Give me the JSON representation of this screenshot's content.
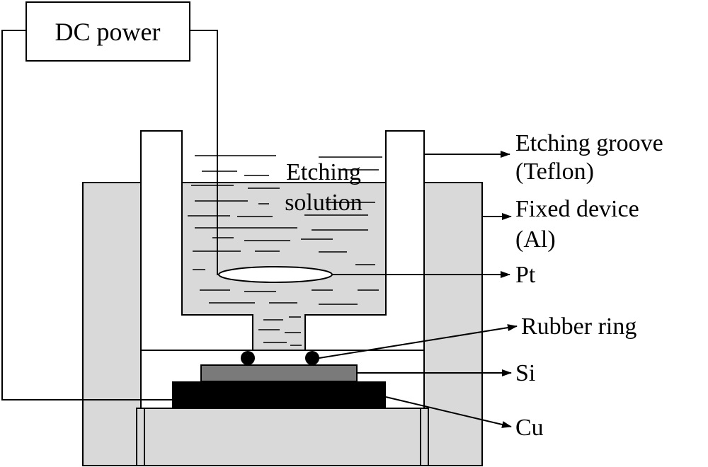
{
  "power_label": "DC power",
  "solution_label": [
    "Etching",
    "solution"
  ],
  "labels": {
    "etching_groove": [
      "Etching groove",
      "(Teflon)"
    ],
    "fixed_device": [
      "Fixed device",
      "(Al)"
    ],
    "pt": "Pt",
    "rubber_ring": "Rubber ring",
    "si": "Si",
    "cu": "Cu"
  },
  "colors": {
    "line": "#000000",
    "fixed_device_fill": "#d9d9d9",
    "si_fill": "#7a7a7a",
    "cu_fill": "#000000",
    "groove_fill": "#ffffff"
  }
}
